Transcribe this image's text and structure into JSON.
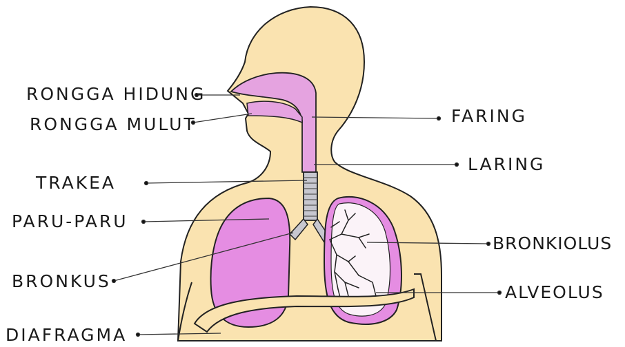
{
  "labels": {
    "rongga_hidung": "RONGGA HIDUNG",
    "rongga_mulut": "RONGGA MULUT",
    "trakea": "TRAKEA",
    "paru_paru": "PARU-PARU",
    "bronkus": "BRONKUS",
    "diafragma": "DIAFRAGMA",
    "faring": "FARING",
    "laring": "LARING",
    "bronkiolus": "BRONKIOLUS",
    "alveolus": "ALVEOLUS"
  },
  "colors": {
    "skin": "#fae3b0",
    "lung": "#e58de2",
    "airway": "#e5a3e0",
    "trachea": "#c7c7cf",
    "outline": "#222222"
  }
}
